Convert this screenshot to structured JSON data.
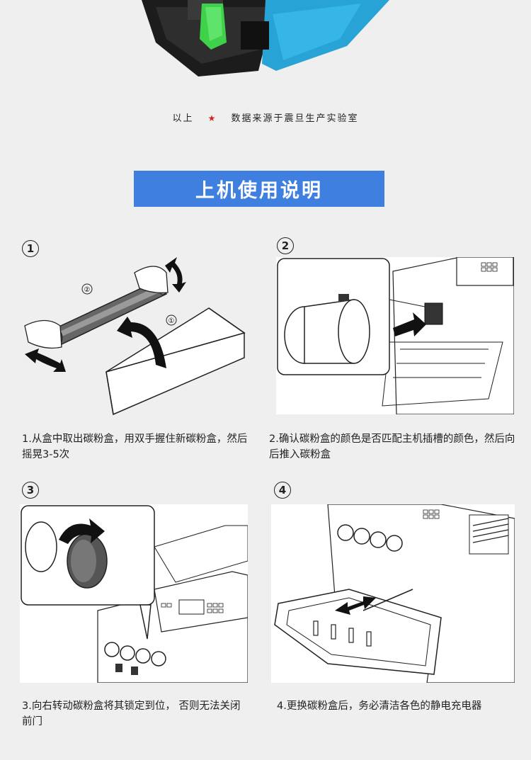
{
  "source_note": {
    "prefix": "以上",
    "star": "★",
    "text": "数据来源于震旦生产实验室"
  },
  "section_title": "上机使用说明",
  "steps": [
    {
      "number": "1",
      "caption": "1.从盒中取出碳粉盒，用双手握住新碳粉盒，然后摇晃3-5次",
      "inner_labels": [
        "②",
        "①"
      ]
    },
    {
      "number": "2",
      "caption": "2.确认碳粉盒的颜色是否匹配主机插槽的颜色，然后向后推入碳粉盒"
    },
    {
      "number": "3",
      "caption": "3.向右转动碳粉盒将其锁定到位， 否则无法关闭前门"
    },
    {
      "number": "4",
      "caption": "4.更换碳粉盒后，务必清洁各色的静电充电器"
    }
  ],
  "colors": {
    "banner": "#3f7fe0",
    "background": "#efefef",
    "star": "#d62020"
  }
}
